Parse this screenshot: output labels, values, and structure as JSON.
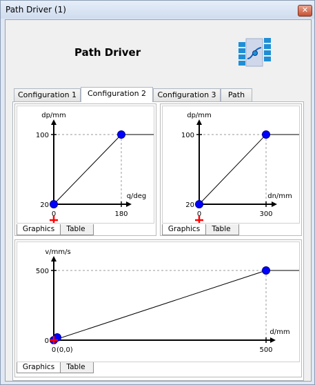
{
  "window": {
    "title": "Path Driver (1)",
    "close_glyph": "✕"
  },
  "header": {
    "title": "Path Driver",
    "icon": "path-driver-icon"
  },
  "tabs": [
    {
      "label": "Configuration 1",
      "active": false
    },
    {
      "label": "Configuration 2",
      "active": true
    },
    {
      "label": "Configuration 3",
      "active": false
    },
    {
      "label": "Path",
      "active": false
    }
  ],
  "subtabs": {
    "graphics": "Graphics",
    "table": "Table"
  },
  "chart_data": [
    {
      "type": "line",
      "xlabel": "q/deg",
      "ylabel": "dp/mm",
      "x_ticks": [
        "0",
        "180"
      ],
      "y_ticks": [
        "20",
        "100"
      ],
      "points": [
        [
          0,
          20
        ],
        [
          180,
          100
        ]
      ],
      "xlim": [
        0,
        180
      ],
      "ylim": [
        20,
        100
      ],
      "marker_color": "#0000ff",
      "origin_marker_color": "#ff0000"
    },
    {
      "type": "line",
      "xlabel": "dn/mm",
      "ylabel": "dp/mm",
      "x_ticks": [
        "0",
        "300"
      ],
      "y_ticks": [
        "20",
        "100"
      ],
      "points": [
        [
          0,
          20
        ],
        [
          300,
          100
        ]
      ],
      "xlim": [
        0,
        300
      ],
      "ylim": [
        20,
        100
      ],
      "marker_color": "#0000ff",
      "origin_marker_color": "#ff0000"
    },
    {
      "type": "line",
      "xlabel": "d/mm",
      "ylabel": "v/mm/s",
      "x_ticks": [
        "0",
        "500"
      ],
      "y_ticks": [
        "0",
        "500"
      ],
      "origin_label": "(0,0)",
      "points": [
        [
          0,
          0
        ],
        [
          500,
          500
        ]
      ],
      "xlim": [
        0,
        500
      ],
      "ylim": [
        0,
        500
      ],
      "marker_color": "#0000ff",
      "origin_marker_color": "#ff0000"
    }
  ]
}
